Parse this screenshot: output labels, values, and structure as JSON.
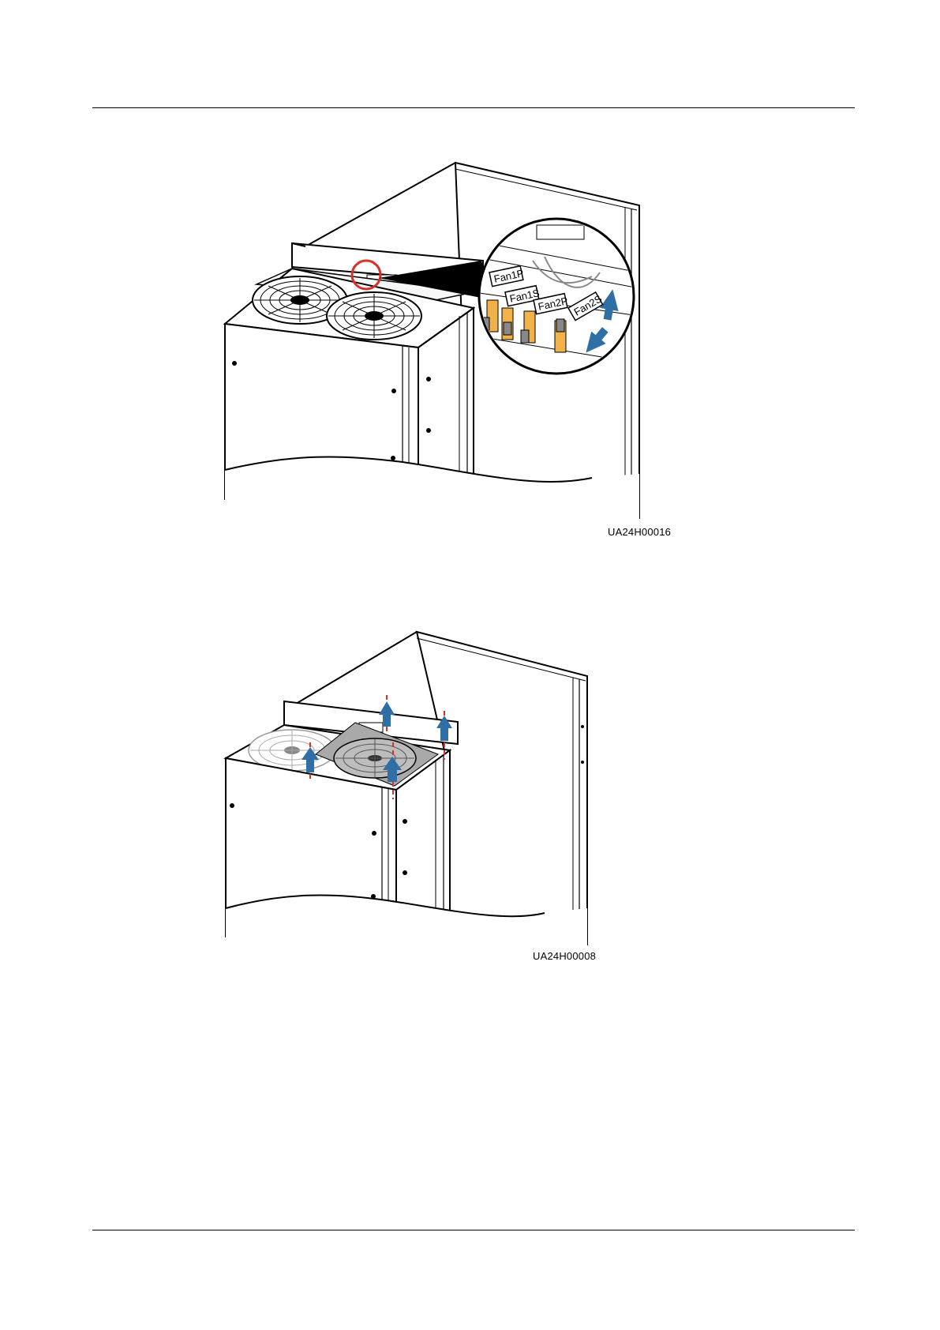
{
  "figures": [
    {
      "id_label": "UA24H00016",
      "callout_labels": [
        "Fan1P",
        "Fan1S",
        "Fan2P",
        "Fan2S"
      ]
    },
    {
      "id_label": "UA24H00008"
    }
  ],
  "colors": {
    "arrow": "#2f6fa6",
    "highlight_circle": "#d9302a",
    "connector": "#f2b24a",
    "guide_line": "#d9302a",
    "fan_shade": "#a9a9a9"
  }
}
